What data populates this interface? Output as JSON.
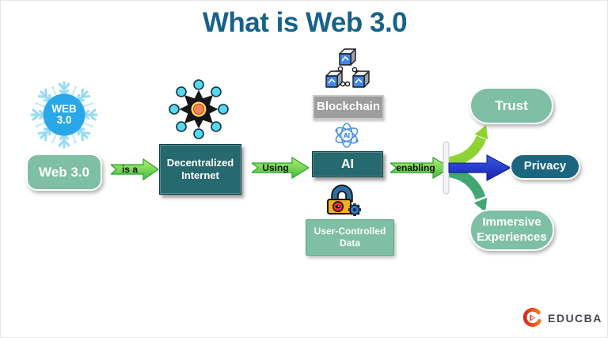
{
  "title": "What is Web 3.0",
  "web3_icon": {
    "line1": "WEB",
    "line2": "3.0"
  },
  "flow": {
    "web3": "Web 3.0",
    "is_a": "is a",
    "decentralized_internet": "Decentralized Internet",
    "using": "Using",
    "blockchain": "Blockchain",
    "ai": "AI",
    "ai_atom_label": "AI",
    "user_controlled_data": "User-Controlled Data",
    "enabling": "enabling"
  },
  "outcomes": {
    "trust": "Trust",
    "privacy": "Privacy",
    "immersive": "Immersive Experiences"
  },
  "logo": {
    "brand": "EDUCBA"
  },
  "icons": {
    "web30-snowflake-icon": "snowflake with WEB 3.0 badge",
    "decentralized-network-icon": "hub with radiating arrows and nodes",
    "blockchain-cubes-icon": "three linked cubes",
    "ai-atom-icon": "atom with AI core",
    "lock-gear-icon": "padlock with eye and gear",
    "educba-logo-icon": "red e swirl"
  },
  "colors": {
    "title": "#176289",
    "sage_green": "#7ebfa6",
    "dark_teal": "#26696e",
    "privacy_teal": "#1b657f",
    "gray_label": "#9d9d9d",
    "connector_green": "#3fbf3a",
    "branch_up_green": "#8fd333",
    "branch_blue": "#2141d6",
    "branch_down_green": "#41a873",
    "badge_blue": "#2aa7e8",
    "logo_red": "#e63a22"
  }
}
